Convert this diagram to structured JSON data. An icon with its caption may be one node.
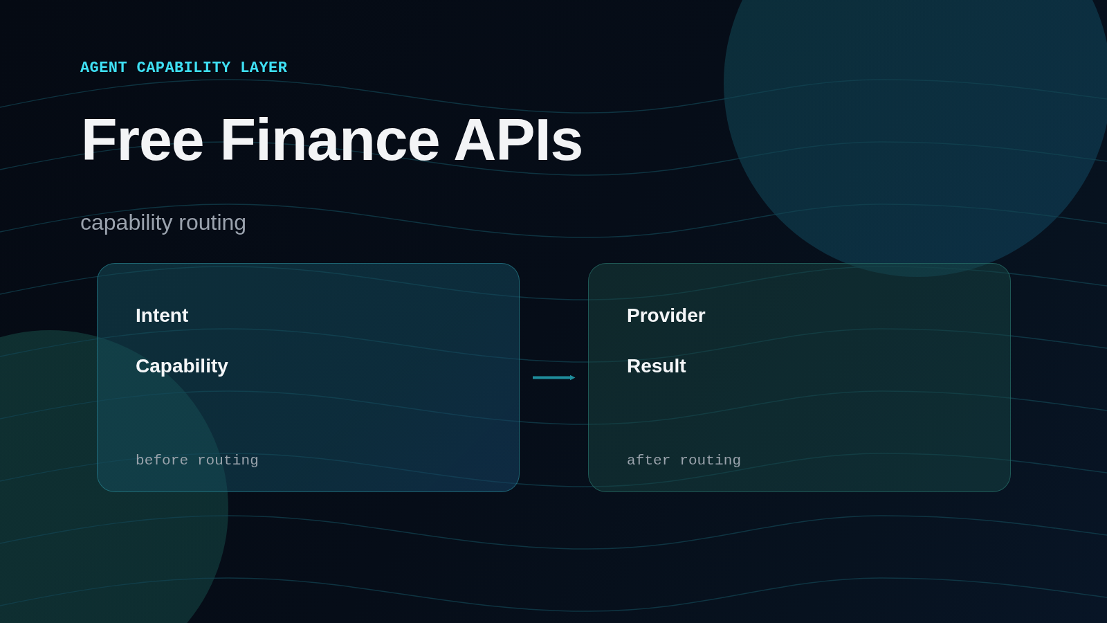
{
  "diagram": {
    "title": "Free Finance APIs",
    "nodes": [
      {
        "text": [
          "Intent",
          "Capability",
          "before routing"
        ]
      },
      {
        "text": [
          "Provider",
          "Result",
          "after routing"
        ]
      }
    ],
    "edges": [
      {
        "from": 0,
        "to": 1,
        "arrow": "to"
      }
    ],
    "labels": [
      "AGENT CAPABILITY LAYER",
      "capability routing"
    ]
  }
}
